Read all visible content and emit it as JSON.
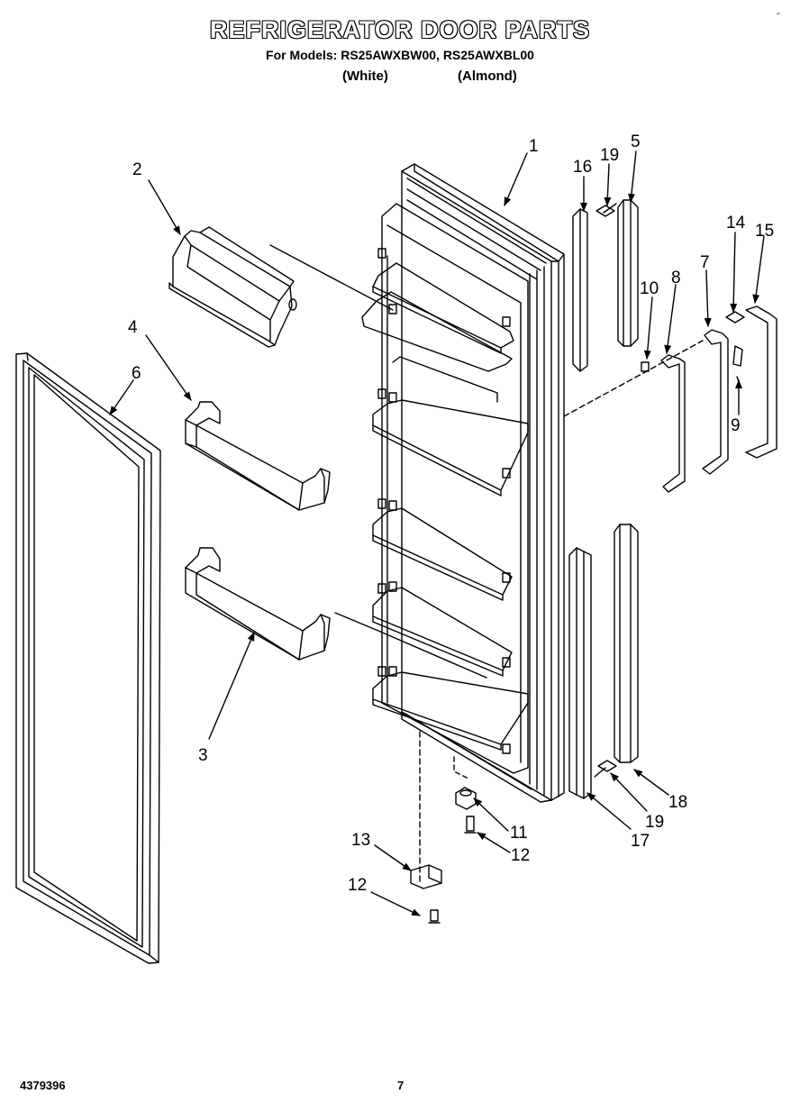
{
  "header": {
    "title": "REFRIGERATOR DOOR PARTS",
    "models_line": "For Models: RS25AWXBW00, RS25AWXBL00",
    "variant_white": "(White)",
    "variant_almond": "(Almond)"
  },
  "footer": {
    "doc_number": "4379396",
    "page_number": "7"
  },
  "corner_mark": "˝",
  "callouts": {
    "c1": "1",
    "c2": "2",
    "c3": "3",
    "c4": "4",
    "c5": "5",
    "c6": "6",
    "c7": "7",
    "c8": "8",
    "c9": "9",
    "c10": "10",
    "c11": "11",
    "c12a": "12",
    "c12b": "12",
    "c13": "13",
    "c14": "14",
    "c15": "15",
    "c16": "16",
    "c17": "17",
    "c18": "18",
    "c19a": "19",
    "c19b": "19"
  }
}
